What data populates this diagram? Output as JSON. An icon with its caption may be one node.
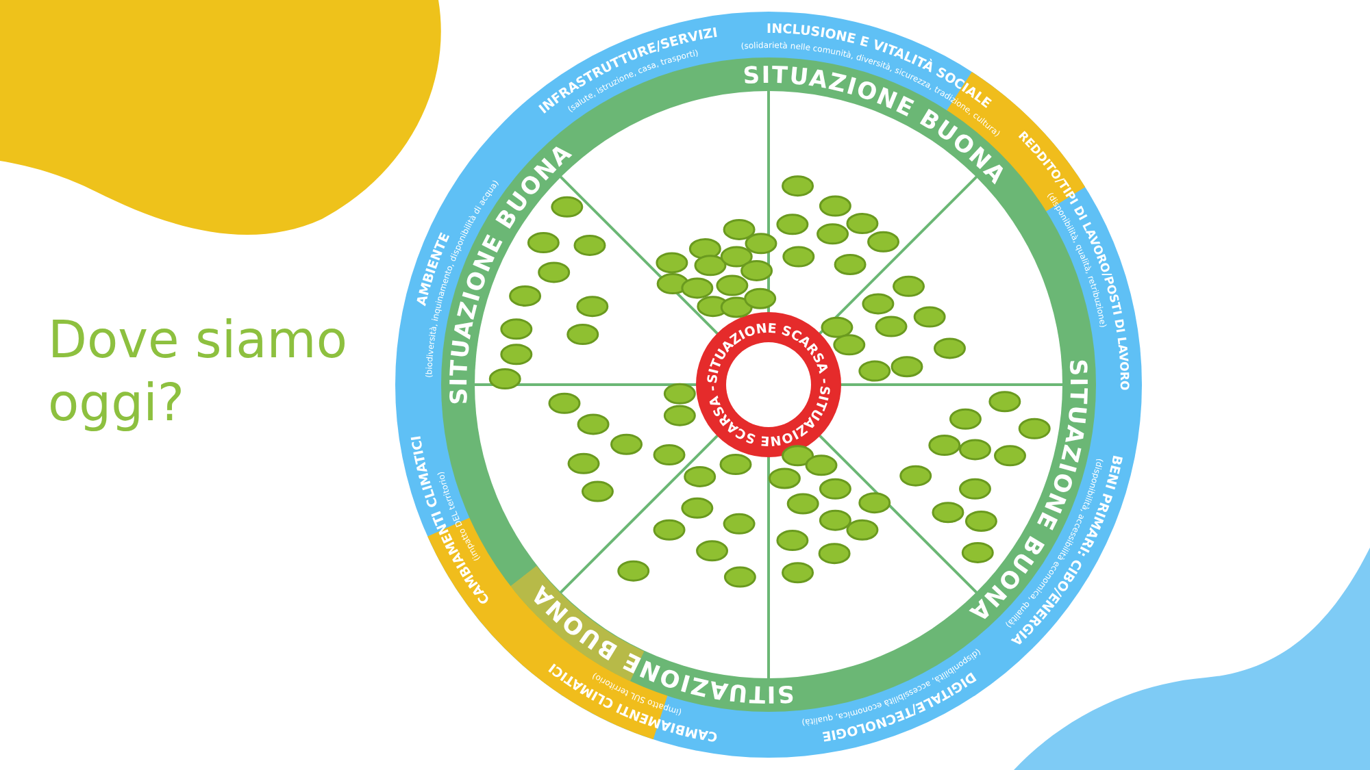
{
  "diagram": {
    "title": "Dove siamo oggi?",
    "nodes": [
      {
        "text": [
          "INFRASTRUTTURE/SERVIZI",
          "(salute, istruzione, casa, trasporti)"
        ]
      },
      {
        "text": [
          "INCLUSIONE E VITALITÀ SOCIALE",
          "(solidarietà nelle comunità, diversità, sicurezza, tradizione, cultura)"
        ]
      },
      {
        "text": [
          "REDDITO/TIPI DI LAVORO/POSTI DI LAVORO",
          "(disponibilità, qualità, retribuzione)"
        ]
      },
      {
        "text": [
          "BENI PRIMARI: CIBO/ENERGIA",
          "(disponibilità, accessibilità economica, qualità)"
        ]
      },
      {
        "text": [
          "DIGITALE/TECNOLOGIE",
          "(disponibilità, accessibilità economica, qualità)"
        ]
      },
      {
        "text": [
          "CAMBIAMENTI CLIMATICI",
          "(impatto SUL territorio)"
        ]
      },
      {
        "text": [
          "CAMBIAMENTI CLIMATICI",
          "(impatto DEL territorio)"
        ]
      },
      {
        "text": [
          "AMBIENTE",
          "(biodiversità, inquinamento, disponibilità di acqua)"
        ]
      }
    ],
    "edges": [],
    "labels": [
      "SITUAZIONE BUONA",
      "SITUAZIONE BUONA",
      "SITUAZIONE BUONA",
      "SITUAZIONE BUONA",
      "SITUAZIONE SCARSA -",
      "SITUAZIONE SCARSA -"
    ]
  }
}
